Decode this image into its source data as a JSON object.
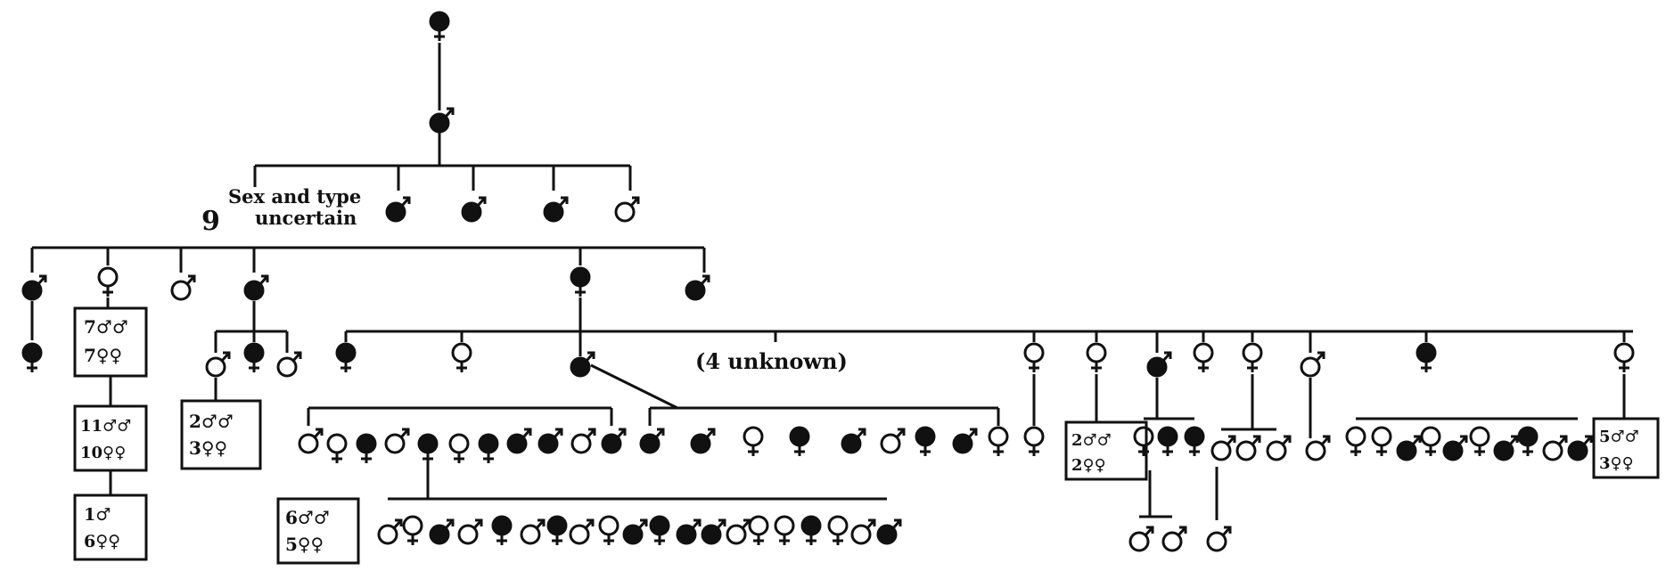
{
  "diagram": {
    "uncertain_count": "9",
    "uncertain_line1": "Sex and type",
    "uncertain_line2": "uncertain",
    "unknown_label": "(4 unknown)"
  },
  "count_boxes": [
    {
      "id": "box-a",
      "line1": "7♂♂",
      "line2": "7♀♀"
    },
    {
      "id": "box-b",
      "line1": "11♂♂",
      "line2": "10♀♀"
    },
    {
      "id": "box-c",
      "line1": "1♂",
      "line2": "6♀♀"
    },
    {
      "id": "box-d",
      "line1": "2♂♂",
      "line2": "3♀♀"
    },
    {
      "id": "box-e",
      "line1": "6♂♂",
      "line2": "5♀♀"
    },
    {
      "id": "box-f",
      "line1": "2♂♂",
      "line2": "2♀♀"
    },
    {
      "id": "box-g",
      "line1": "5♂♂",
      "line2": "3♀♀"
    }
  ],
  "individuals": [
    {
      "name": "generation-1-founder",
      "sex": "female",
      "filled": true
    },
    {
      "name": "generation-2-male",
      "sex": "male",
      "filled": true
    },
    {
      "name": "generation-3-male-1",
      "sex": "male",
      "filled": true
    },
    {
      "name": "generation-3-male-2",
      "sex": "male",
      "filled": true
    },
    {
      "name": "generation-3-male-3",
      "sex": "male",
      "filled": true
    },
    {
      "name": "generation-3-male-4",
      "sex": "male",
      "filled": false
    },
    {
      "name": "g4-male-a",
      "sex": "male",
      "filled": true
    },
    {
      "name": "g4-female-b",
      "sex": "female",
      "filled": false
    },
    {
      "name": "g4-male-c",
      "sex": "male",
      "filled": false
    },
    {
      "name": "g4-male-d",
      "sex": "male",
      "filled": true
    },
    {
      "name": "g4-female-e",
      "sex": "female",
      "filled": true
    },
    {
      "name": "g4-male-f",
      "sex": "male",
      "filled": true
    },
    {
      "name": "g5-female-under-a",
      "sex": "female",
      "filled": true
    },
    {
      "name": "g5-male-d1",
      "sex": "male",
      "filled": false
    },
    {
      "name": "g5-female-d2",
      "sex": "female",
      "filled": true
    },
    {
      "name": "g5-male-d3",
      "sex": "male",
      "filled": false
    },
    {
      "name": "g5-female-e1",
      "sex": "female",
      "filled": true
    },
    {
      "name": "g5-female-e2",
      "sex": "female",
      "filled": false
    },
    {
      "name": "g5-male-e3",
      "sex": "male",
      "filled": true
    },
    {
      "name": "g5-female-e4",
      "sex": "female",
      "filled": false
    },
    {
      "name": "g5-female-e5",
      "sex": "female",
      "filled": false
    },
    {
      "name": "g5-male-e6",
      "sex": "male",
      "filled": true
    },
    {
      "name": "g5-female-e7",
      "sex": "female",
      "filled": false
    },
    {
      "name": "g5-female-e8",
      "sex": "female",
      "filled": false
    },
    {
      "name": "g5-male-e9",
      "sex": "male",
      "filled": false
    },
    {
      "name": "g5-female-e10",
      "sex": "female",
      "filled": true
    },
    {
      "name": "g5-female-e11",
      "sex": "female",
      "filled": false
    }
  ]
}
